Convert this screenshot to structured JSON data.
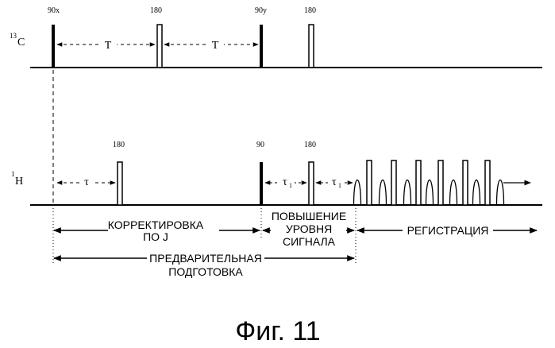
{
  "channels": {
    "carbon": {
      "label_sup": "13",
      "label_main": "C"
    },
    "proton": {
      "label_sup": "1",
      "label_main": "H"
    }
  },
  "pulses": {
    "c_90x": "90x",
    "c_180_first": "180",
    "c_90y": "90y",
    "c_180_second": "180",
    "h_180_first": "180",
    "h_90": "90",
    "h_180_second": "180"
  },
  "delays": {
    "t1": "T",
    "t2": "T",
    "tau": "τ",
    "tau1_a": "τ",
    "tau1_a_sub": "1",
    "tau1_b": "τ",
    "tau1_b_sub": "1"
  },
  "periods": {
    "j_correction_line1": "КОРРЕКТИРОВКА",
    "j_correction_line2": "ПО J",
    "enhancement_line1": "ПОВЫШЕНИЕ",
    "enhancement_line2": "УРОВНЯ",
    "enhancement_line3": "СИГНАЛА",
    "registration": "РЕГИСТРАЦИЯ",
    "preparation_line1": "ПРЕДВАРИТЕЛЬНАЯ",
    "preparation_line2": "ПОДГОТОВКА"
  },
  "caption": "Фиг. 11"
}
